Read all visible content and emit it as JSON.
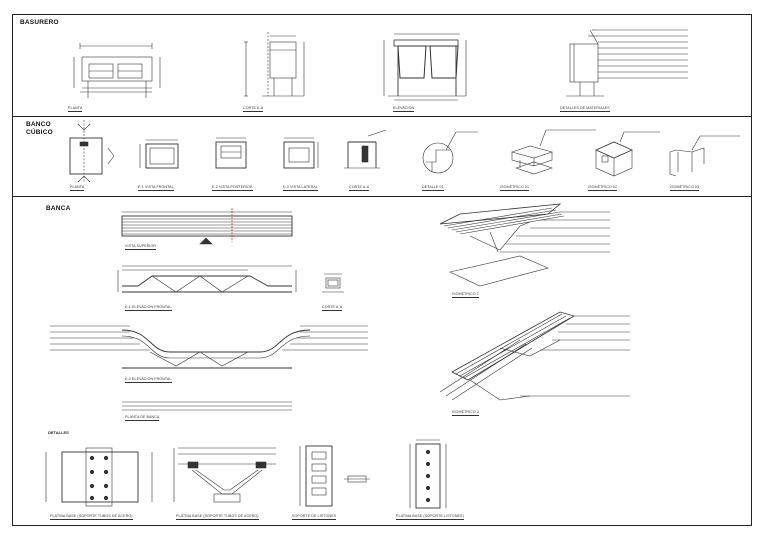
{
  "sections": {
    "basurero": {
      "title": "BASURERO"
    },
    "banco": {
      "title_line1": "BANCO",
      "title_line2": "CÚBICO"
    },
    "banca": {
      "title": "BANCA"
    }
  },
  "basurero_labels": [
    "PLANTA",
    "CORTE A-A",
    "ELEVACIÓN",
    "DETALLES DE MATERIALES"
  ],
  "banco_labels": [
    "PLANTA",
    "E-1 VISTA FRONTAL",
    "E-2 VISTA POSTERIOR",
    "E-3 VISTA LATERAL",
    "CORTE A-A",
    "DETALLE 01",
    "ISOMÉTRICO 01",
    "ISOMÉTRICO 02",
    "ISOMÉTRICO 03"
  ],
  "banca_labels": {
    "vista_superior": "VISTA SUPERIOR",
    "elevacion_frontal_1": "E-1 ELEVACIÓN FRONTAL",
    "corte": "CORTE A-A",
    "elevacion_frontal_2": "E-2 ELEVACIÓN FRONTAL",
    "planta": "PLANTA DE BANCA",
    "isometrico_1": "ISOMÉTRICO 1",
    "isometrico_2": "ISOMÉTRICO 2"
  },
  "detalles": {
    "title": "DETALLES",
    "labels": [
      "PLATINA BASE (SOPORTE TUBOS DE ACERO)",
      "PLATINA BASE (SOPORTE TUBOS DE ACERO)",
      "SOPORTE DE LISTONES",
      "PLATINA BASE (SOPORTE LISTONES)"
    ]
  }
}
